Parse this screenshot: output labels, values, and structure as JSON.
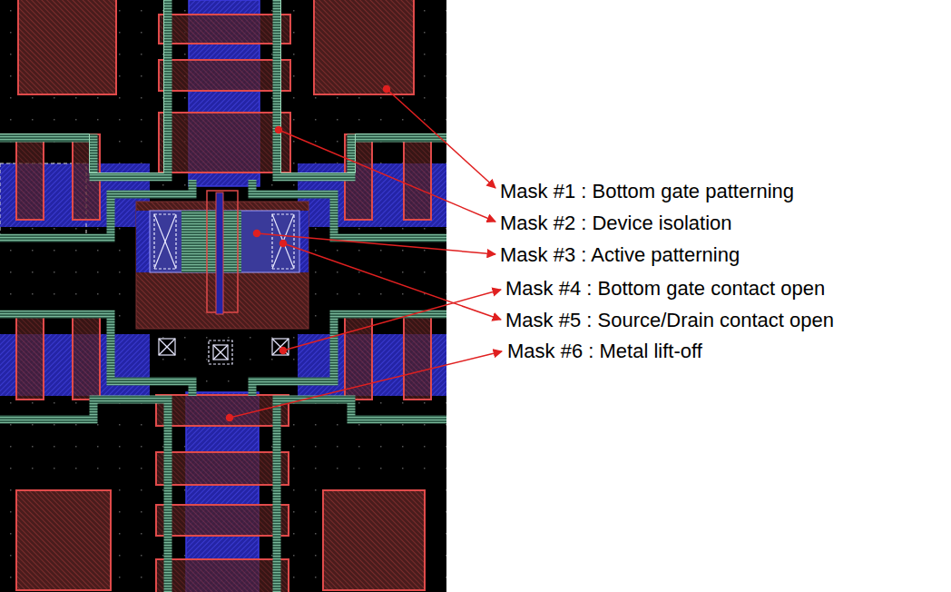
{
  "diagram": {
    "labels": [
      "Mask #1 : Bottom gate patterning",
      "Mask #2 : Device isolation",
      "Mask #3 : Active patterning",
      "Mask #4 : Bottom gate contact open",
      "Mask #5 : Source/Drain contact open",
      "Mask #6 : Metal lift-off"
    ]
  }
}
